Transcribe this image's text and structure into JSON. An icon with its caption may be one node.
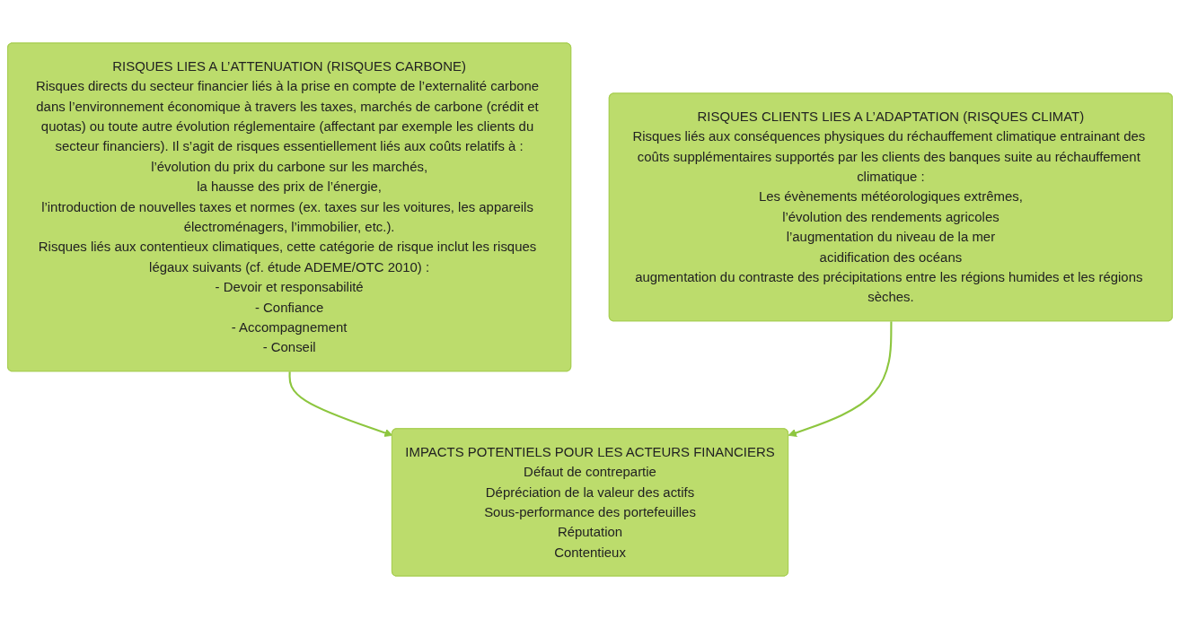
{
  "diagram": {
    "nodes": [
      {
        "text": [
          "RISQUES LIES A L’ATTENUATION (RISQUES CARBONE)",
          "Risques directs du secteur financier liés à la prise en compte de l’externalité carbone dans l’environnement économique à travers les taxes, marchés de carbone (crédit et quotas) ou toute autre évolution réglementaire (affectant par exemple les clients du secteur financiers). Il s’agit de risques essentiellement liés aux coûts relatifs à :",
          "l’évolution du prix du carbone sur les marchés,",
          "la hausse des prix de l’énergie,",
          "l’introduction de nouvelles taxes et normes (ex. taxes sur les voitures, les appareils électroménagers, l’immobilier, etc.).",
          "Risques liés aux contentieux climatiques, cette catégorie de risque inclut les risques légaux suivants (cf. étude ADEME/OTC 2010) :",
          "- Devoir et responsabilité",
          "- Confiance",
          "- Accompagnement",
          "- Conseil"
        ]
      },
      {
        "text": [
          "RISQUES CLIENTS LIES A L’ADAPTATION (RISQUES CLIMAT)",
          "Risques liés aux conséquences physiques du réchauffement climatique entrainant des coûts supplémentaires supportés par les clients des banques suite au réchauffement climatique :",
          "Les évènements météorologiques extrêmes,",
          "l’évolution des rendements agricoles",
          "l’augmentation du niveau de la mer",
          "acidification des océans",
          "augmentation du contraste des précipitations entre les régions humides et les régions sèches."
        ]
      },
      {
        "text": [
          "IMPACTS POTENTIELS POUR LES ACTEURS FINANCIERS",
          "Défaut de contrepartie",
          "Dépréciation de la valeur des actifs",
          "Sous-performance des portefeuilles",
          "Réputation",
          "Contentieux"
        ]
      }
    ],
    "edges": [
      {
        "from": 0,
        "to": 2,
        "arrow": "to"
      },
      {
        "from": 1,
        "to": 2,
        "arrow": "to"
      }
    ]
  }
}
